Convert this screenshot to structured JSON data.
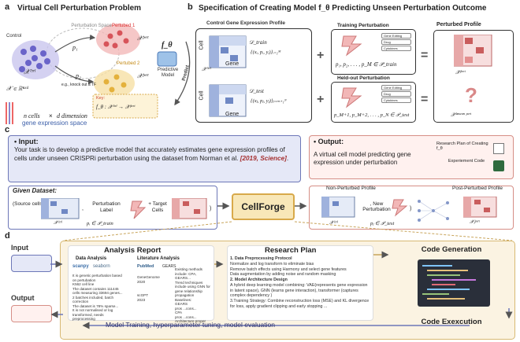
{
  "panel_a": {
    "letter": "a",
    "title": "Virtual Cell Perturbation Problem",
    "control": "Control",
    "space": "Perturbation Space",
    "p1_label": "Pertubed 1",
    "p2_label": "Pertubed 2",
    "xpert": "𝒳ᵖᵉʳᵗ",
    "xctrl": "𝒳ᶜᵗʳˡ",
    "p1": "p₁",
    "p2": "p₂",
    "eg": "e.g., knock out a TF",
    "model_label": "Predictive Model",
    "f_theta": "f_θ",
    "predict": "Predict",
    "key_label": "Key:",
    "key_formula": "f_θ : 𝒳ᶜᵗʳˡ → 𝒳ᵖᵉʳᵗ",
    "domain": "𝒳 ∈ ℝⁿˣᵈ",
    "n_cells": "n cells",
    "times": "×",
    "d_dim": "d dimension",
    "gene_space": "gene expression space"
  },
  "panel_b": {
    "letter": "b",
    "title": "Specification of Creating Model f_θ Predicting Unseen Perturbation Outcome",
    "control_title": "Control Gene Expression Profile",
    "cell": "Cell",
    "gene": "Gene",
    "xctrl": "𝒳ᶜᵗʳˡ",
    "d_train": "𝒟_train",
    "set_train": "{(xᵢ, pᵢ, yᵢ)}ᵢ₌₁ᴹ",
    "d_test": "𝒟_test",
    "set_test": "{(xⱼ, pⱼ, yⱼ)}ⱼ₌ₘ₊₁ᴺ",
    "train_title": "Training Perturbation",
    "heldout_title": "Held-out Perturbation",
    "tags": [
      "Gene Editing",
      "Drug",
      "Cytokines"
    ],
    "train_formula": "p₁, p₂, . . . , p_M ∈ 𝒫_train",
    "test_formula": "p_M+1, p_M+2, . . . , p_N ∈ 𝒫_test",
    "perturbed_title": "Perturbed Profile",
    "xpert": "𝒳ᵖᵉʳᵗ",
    "question": "?",
    "unseen": "𝒳ᵘⁿˢᵉᵉⁿ ᵖᵉʳᵗ",
    "plus": "+",
    "equals": "="
  },
  "panel_c": {
    "letter": "c",
    "input_title": "Input:",
    "input_text_1": "Your task is to develop a predictive model that accurately estimates gene expression profiles of cells under unseen CRISPRi perturbation using the dataset from Norman et al. ",
    "input_cite": "[2019, Science]",
    "input_end": ".",
    "output_title": "Output:",
    "output_text": "A virtual cell model predicting gene expression under perturbation",
    "research_plan": "Research Plan of Creating f_θ",
    "experiment_code": "Experiement Code",
    "given_title": "Given Dataset:",
    "source": "(Source cells",
    "pert_label": "Perturbation Label",
    "target": "Target Cells",
    "xctrl": "𝒳ᶜᵗʳˡ",
    "pi_formula": "pᵢ ∈ 𝒫_train",
    "comma1": ",",
    "plus": "+",
    "close": ")",
    "cellforge": "CellForge",
    "nonpert": "Non-Perturbed Profile",
    "new_pert": "New Perturbation",
    "postpert": "Post-Perturbed Profile",
    "pj_formula": "pⱼ ∈ 𝒫_test",
    "xpert_j": "𝒳ⱼᵖᵉʳᵗ"
  },
  "panel_d": {
    "letter": "d",
    "input": "Input",
    "output": "Output",
    "analysis_title": "Analysis Report",
    "data_analysis": "Data Analysis",
    "lit_analysis": "Literature Analysis",
    "scanpy": "scanpy",
    "seaborn": "seaborn",
    "pubmed": "PubMed",
    "gears": "GEARS",
    "da_bullets": [
      "It is genetic perturbation based on pertubation",
      "K562 cell line",
      "The dataset contains 111445 cells measuring 33694 genes...",
      "2 batches included, batch correction",
      "The dataset is 78% sparse...",
      "It is not normalised or log transformed, needs preprocessing"
    ],
    "la_bullets": [
      "Existing methods include: CPA, GEARS...",
      "Trend techniques include using GNN for gene relationship propagation",
      "Baselines:",
      "GEARS",
      "pros ...cons...",
      "CPA",
      "pros ...cons...",
      "Architecture proper"
    ],
    "years": [
      "GeneGenome 2020",
      "scGPT 2023"
    ],
    "plan_title": "Research Plan",
    "plan_lines": [
      "1. Data Preprocessing Protocol",
      "Normalize and log transform to eliminate bias",
      "Remove batch effects using Harmony and select gene features",
      "Data augmentation by adding noise and random masking",
      "2. Model Architecture Design",
      "A hybrid deep learning model combining: VAE(represents gene expression in latent space), GNN (learns gene interaction), transformer (captures complex dependency )",
      "3.Training Strategy: Combine reconstruction loss (MSE) and KL divergence for loss, apply gradient clipping and early stopping ..."
    ],
    "code_gen": "Code Generation",
    "code_exec": "Code Exexcution",
    "loop_text": "Model Training, hyperparameter tuning, model evaluation"
  }
}
